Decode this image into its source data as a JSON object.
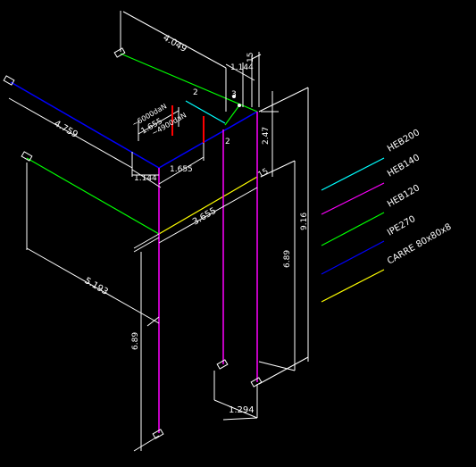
{
  "drawing": {
    "background_color": "#000000",
    "dimension_color": "#ffffff",
    "load_color": "#ff0000"
  },
  "dimensions": {
    "top_span": "4.049",
    "top_small": "1.144",
    "top_gap": "15",
    "beam_left": "4.759",
    "load_offset": "1.655",
    "bottom_left": "1.144",
    "bottom_mid": "1.655",
    "col_top_a": "2",
    "col_top_b": "2",
    "col_top_c": "3",
    "right_upper": "2.47",
    "right_total": "9.16",
    "right_gap": "15",
    "right_lower": "6.89",
    "diag": "3.655",
    "left_long": "5.193",
    "left_height": "6.89",
    "base_width": "1.294"
  },
  "loads": {
    "load_a": "~6000daN",
    "load_b": "~4900daN"
  },
  "legend": {
    "items": [
      {
        "label": "HEB200",
        "color": "#00ffff"
      },
      {
        "label": "HEB140",
        "color": "#ff00ff"
      },
      {
        "label": "HEB120",
        "color": "#00ff00"
      },
      {
        "label": "IPE270",
        "color": "#0000ff"
      },
      {
        "label": "CARRE 80x80x8",
        "color": "#ffff00"
      }
    ]
  }
}
